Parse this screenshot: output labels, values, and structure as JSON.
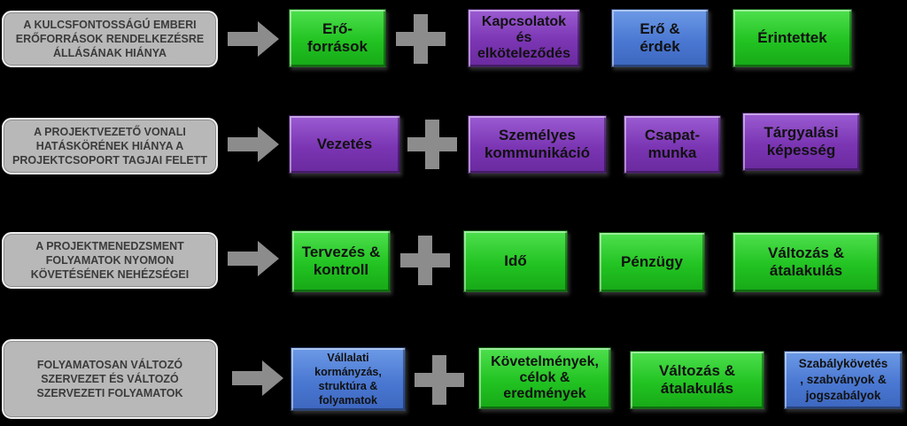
{
  "rows": [
    {
      "problem": "A KULCSFONTOSSÁGÚ EMBERI ERŐFORRÁSOK RENDELKEZÉSRE ÁLLÁSÁNAK HIÁNYA",
      "lead": "Erő-\nforrások",
      "items": [
        "Kapcsolatok\nés\nelköteleződés",
        "Erő &\nérdek",
        "Érintettek"
      ]
    },
    {
      "problem": "A PROJEKTVEZETŐ VONALI HATÁSKÖRÉNEK HIÁNYA A PROJEKTCSOPORT TAGJAI FELETT",
      "lead": "Vezetés",
      "items": [
        "Személyes\nkommunikáció",
        "Csapat-\nmunka",
        "Tárgyalási\nképesség"
      ]
    },
    {
      "problem": "A PROJEKTMENEDZSMENT FOLYAMATOK NYOMON KÖVETÉSÉNEK NEHÉZSÉGEI",
      "lead": "Tervezés &\nkontroll",
      "items": [
        "Idő",
        "Pénzügy",
        "Változás &\nátalakulás"
      ]
    },
    {
      "problem": "FOLYAMATOSAN VÁLTOZÓ SZERVEZET ÉS VÁLTOZÓ SZERVEZETI FOLYAMATOK",
      "lead": "Vállalati\nkormányzás,\nstruktúra &\nfolyamatok",
      "items": [
        "Követelmények,\ncélok &\neredmények",
        "Változás &\nátalakulás",
        "Szabálykövetés\n, szabványok &\njogszabályok"
      ]
    }
  ],
  "colors": {
    "green": "#22c322",
    "purple": "#7b35b3",
    "blue": "#4a78d2",
    "gray": "#b8b8b8"
  }
}
